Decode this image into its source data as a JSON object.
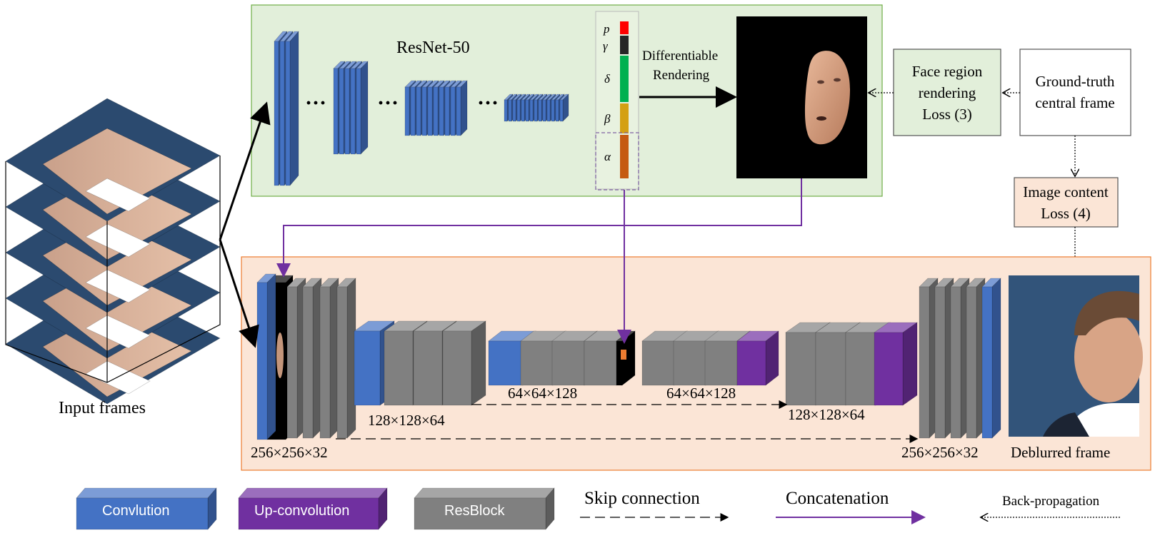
{
  "input": {
    "caption": "Input frames"
  },
  "resnet": {
    "title": "ResNet-50",
    "params": [
      {
        "symbol": "p",
        "color": "#ff0000"
      },
      {
        "symbol": "γ",
        "color": "#222222"
      },
      {
        "symbol": "δ",
        "color": "#00b050"
      },
      {
        "symbol": "β",
        "color": "#d4a012"
      },
      {
        "symbol": "α",
        "color": "#c55a11"
      }
    ],
    "render_label": [
      "Differentiable",
      "Rendering"
    ]
  },
  "losses": {
    "face_region": [
      "Face region",
      "rendering",
      "Loss (3)"
    ],
    "ground_truth": [
      "Ground-truth",
      "central frame"
    ],
    "image_content": [
      "Image content",
      "Loss (4)"
    ]
  },
  "network": {
    "dims": {
      "d1": "256×256×32",
      "d2": "128×128×64",
      "d3": "64×64×128",
      "d4": "64×64×128",
      "d5": "128×128×64",
      "d6": "256×256×32"
    },
    "output_caption": "Deblurred frame"
  },
  "legend": {
    "conv": "Convlution",
    "upconv": "Up-convolution",
    "resblock": "ResBlock",
    "skip": "Skip connection",
    "concat": "Concatenation",
    "backprop": "Back-propagation"
  },
  "colors": {
    "conv": "#4472c4",
    "upconv": "#7030a0",
    "resblock": "#808080",
    "green_panel": "#e2efda",
    "orange_panel": "#fbe5d6",
    "concat_line": "#7030a0"
  }
}
